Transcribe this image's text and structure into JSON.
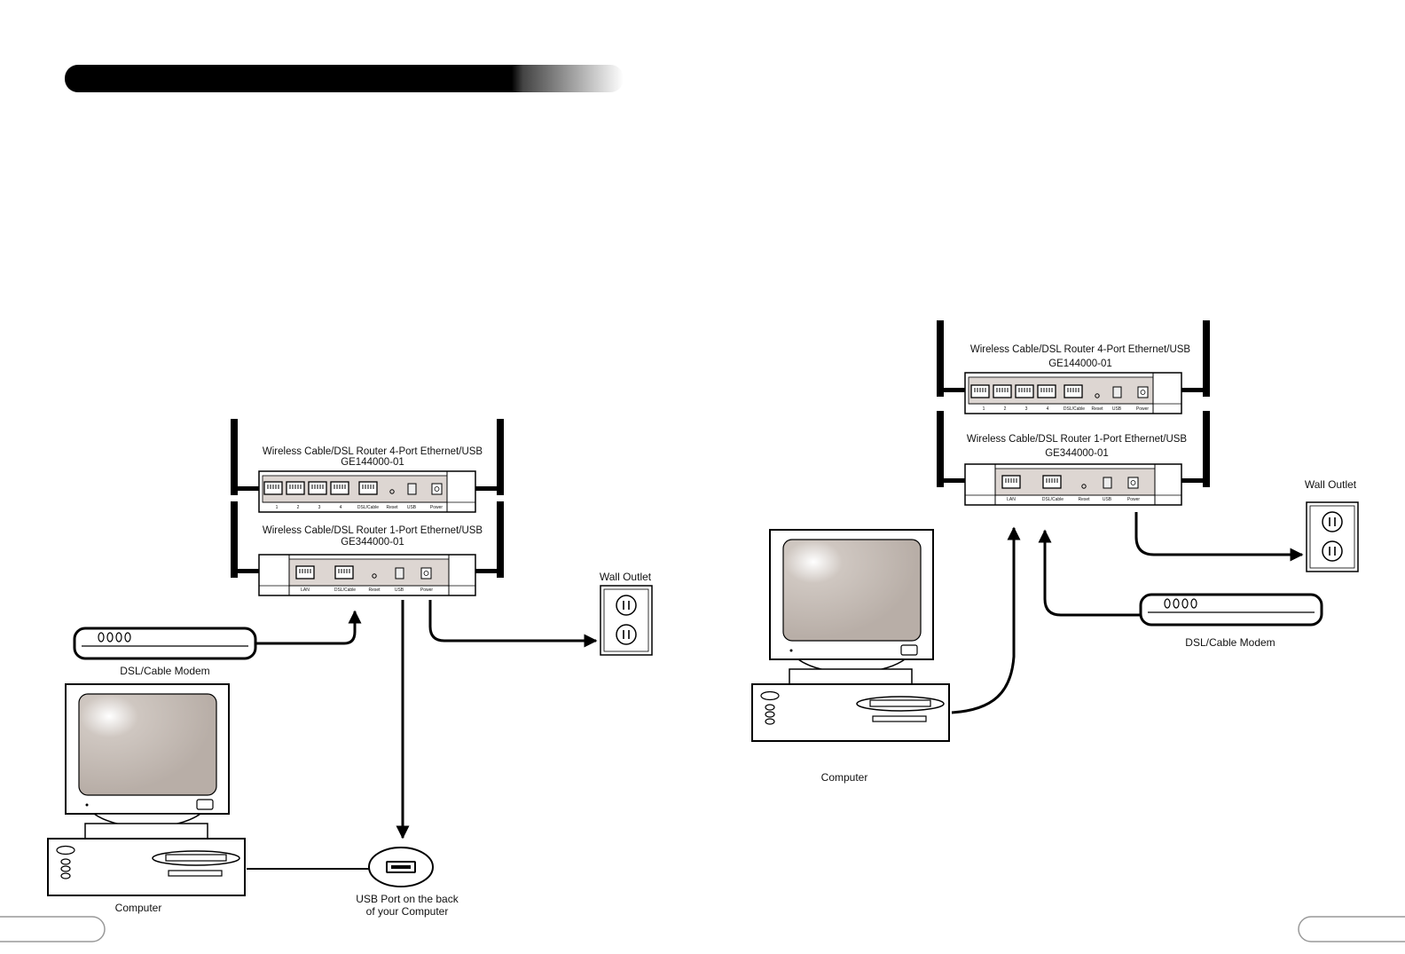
{
  "left_diagram": {
    "router_4port": {
      "title": "Wireless Cable/DSL Router 4-Port Ethernet/USB",
      "model": "GE144000-01",
      "port_labels": [
        "1",
        "2",
        "3",
        "4",
        "DSL/Cable",
        "Reset",
        "USB",
        "Power"
      ]
    },
    "router_1port": {
      "title": "Wireless Cable/DSL Router 1-Port Ethernet/USB",
      "model": "GE344000-01",
      "port_labels": [
        "LAN",
        "DSL/Cable",
        "Reset",
        "USB",
        "Power"
      ]
    },
    "modem_label": "DSL/Cable Modem",
    "computer_label": "Computer",
    "outlet_label": "Wall Outlet",
    "usb_label_line1": "USB Port on the back",
    "usb_label_line2": "of your Computer"
  },
  "right_diagram": {
    "router_4port": {
      "title": "Wireless Cable/DSL Router 4-Port Ethernet/USB",
      "model": "GE144000-01",
      "port_labels": [
        "1",
        "2",
        "3",
        "4",
        "DSL/Cable",
        "Reset",
        "USB",
        "Power"
      ]
    },
    "router_1port": {
      "title": "Wireless Cable/DSL Router 1-Port Ethernet/USB",
      "model": "GE344000-01",
      "port_labels": [
        "LAN",
        "DSL/Cable",
        "Reset",
        "USB",
        "Power"
      ]
    },
    "modem_label": "DSL/Cable Modem",
    "computer_label": "Computer",
    "outlet_label": "Wall Outlet"
  },
  "colors": {
    "screen": "#bdb4ad",
    "router_panel": "#ddd6d2",
    "ink": "#000000"
  }
}
